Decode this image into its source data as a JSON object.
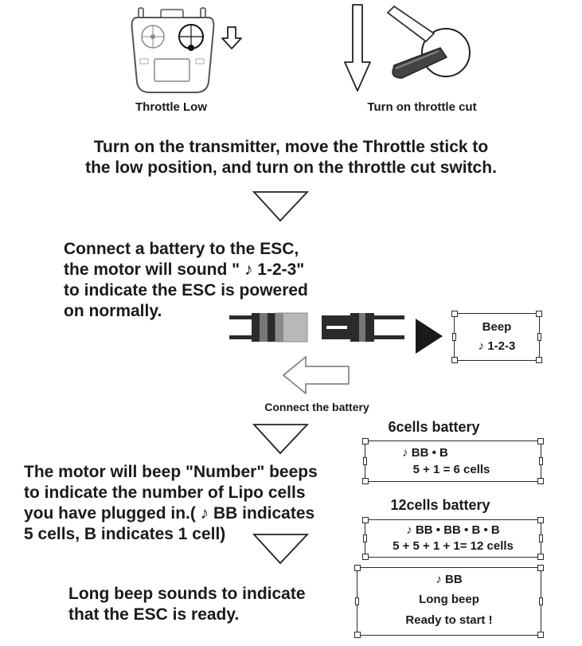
{
  "top": {
    "throttle_low_caption": "Throttle Low",
    "throttle_cut_caption": "Turn on throttle cut"
  },
  "step1": {
    "line1": "Turn on the transmitter, move the Throttle stick to",
    "line2": "the low position, and turn on the throttle cut switch."
  },
  "step2": {
    "line1": "Connect a battery to the ESC,",
    "line2": "the motor will sound \" ♪ 1-2-3\"",
    "line3": "to indicate the ESC is powered",
    "line4": "on normally.",
    "connect_caption": "Connect the battery",
    "beep_box": {
      "line1": "Beep",
      "line2": "♪ 1-2-3"
    }
  },
  "step3": {
    "line1": "The motor will beep \"Number\" beeps",
    "line2": "to indicate the number of Lipo cells",
    "line3": "you have plugged in.( ♪ BB indicates",
    "line4": "5 cells, B indicates 1 cell)",
    "six_cells": {
      "heading": "6cells battery",
      "line1": "♪ BB • B",
      "line2": "5 + 1 = 6 cells"
    },
    "twelve_cells": {
      "heading": "12cells battery",
      "line1": "♪ BB • BB • B • B",
      "line2": "5 + 5 + 1 + 1=  12 cells"
    }
  },
  "step4": {
    "line1": "Long beep sounds to indicate",
    "line2": "that the ESC is ready.",
    "ready_box": {
      "line1": "♪ BB",
      "line2": "Long beep",
      "line3": "Ready to start !"
    }
  },
  "colors": {
    "ink": "#1a1a1a",
    "connector_dark": "#2b2b2b",
    "connector_grey": "#8a8a8a",
    "connector_light": "#b8b8b8"
  }
}
